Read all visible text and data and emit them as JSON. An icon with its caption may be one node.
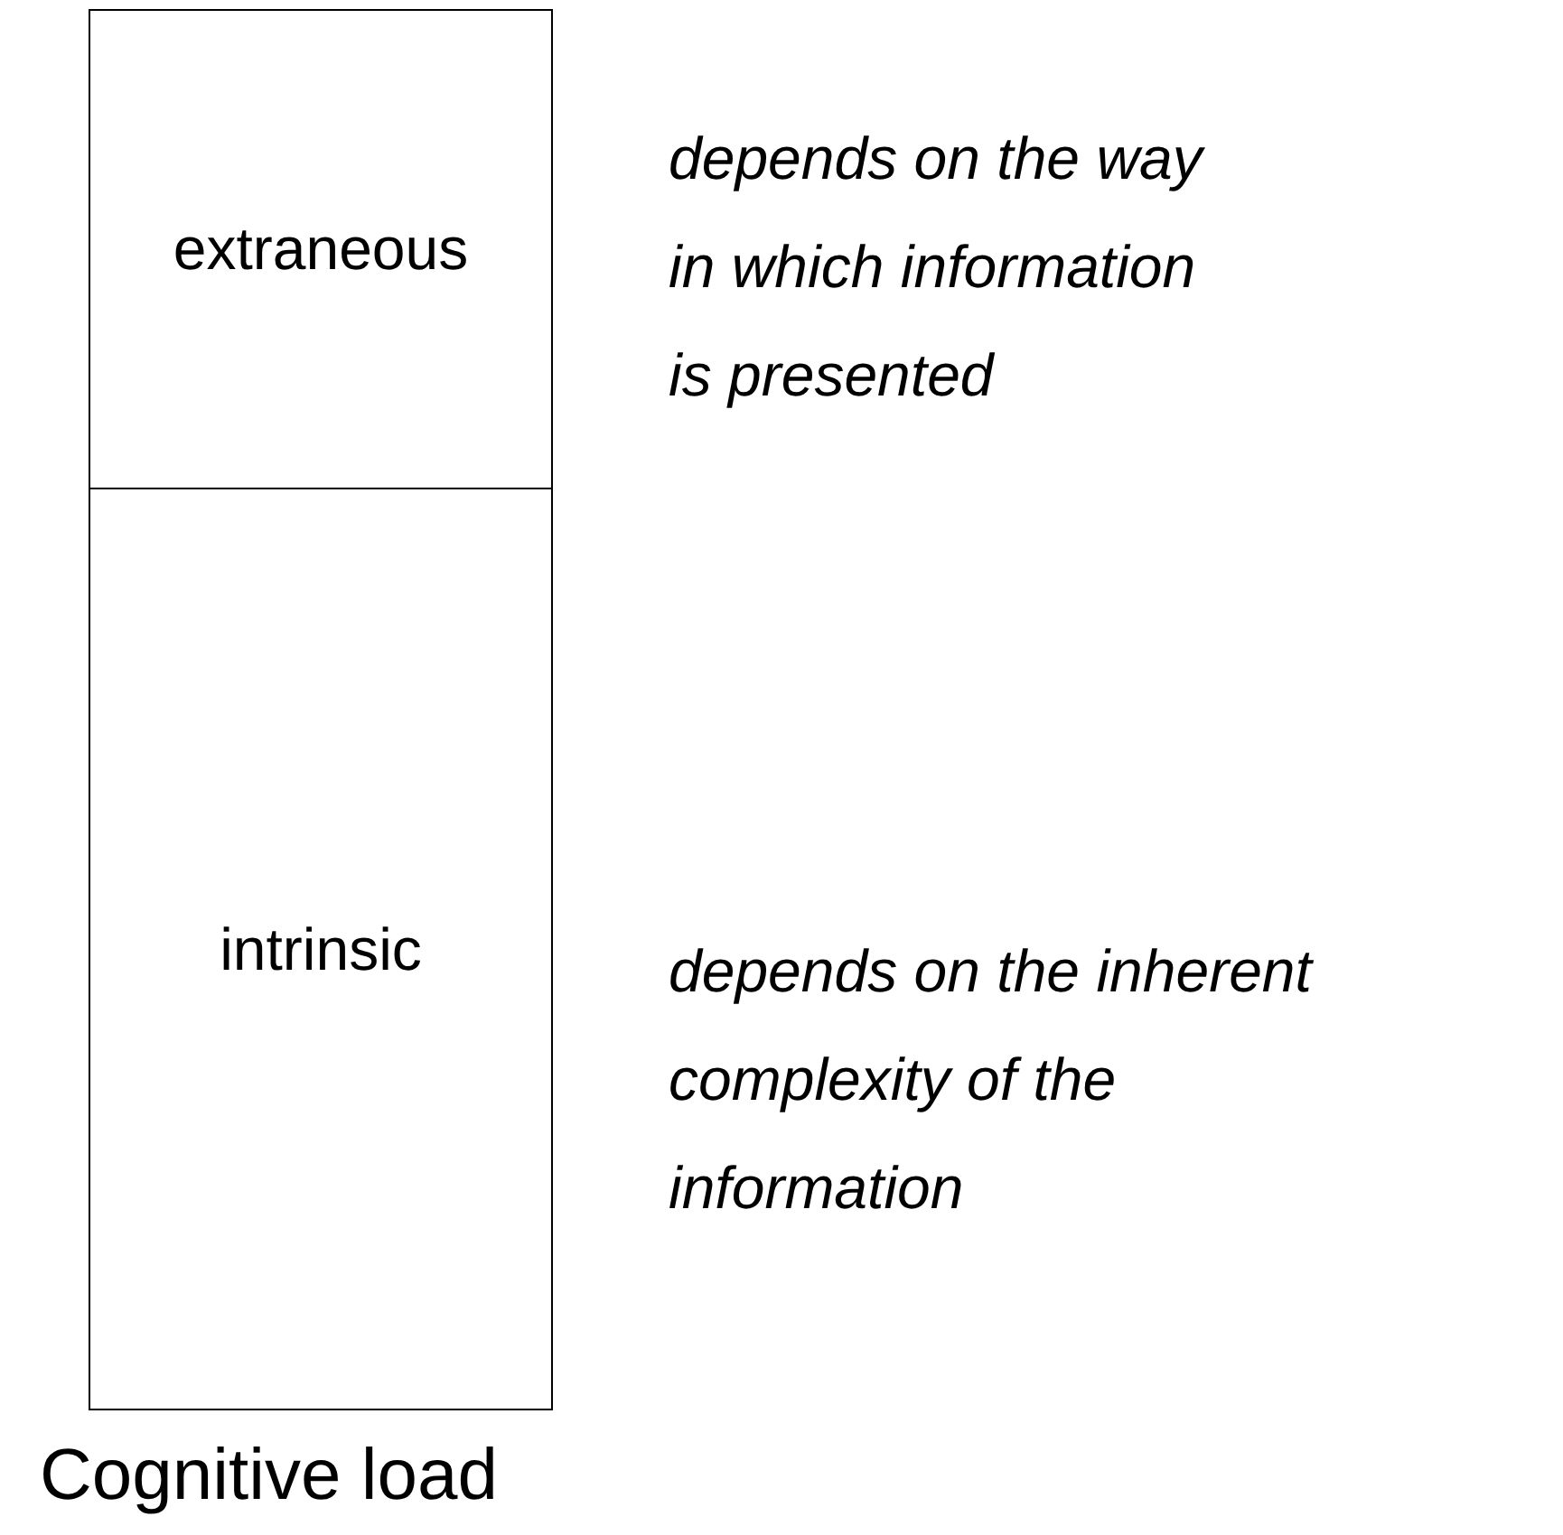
{
  "diagram": {
    "caption": "Cognitive load",
    "nodes": [
      {
        "text": [
          "extraneous"
        ],
        "beside": [
          "depends on the way in which information is presented"
        ]
      },
      {
        "text": [
          "intrinsic"
        ],
        "beside": [
          "depends on the inherent complexity of the information"
        ]
      }
    ]
  }
}
